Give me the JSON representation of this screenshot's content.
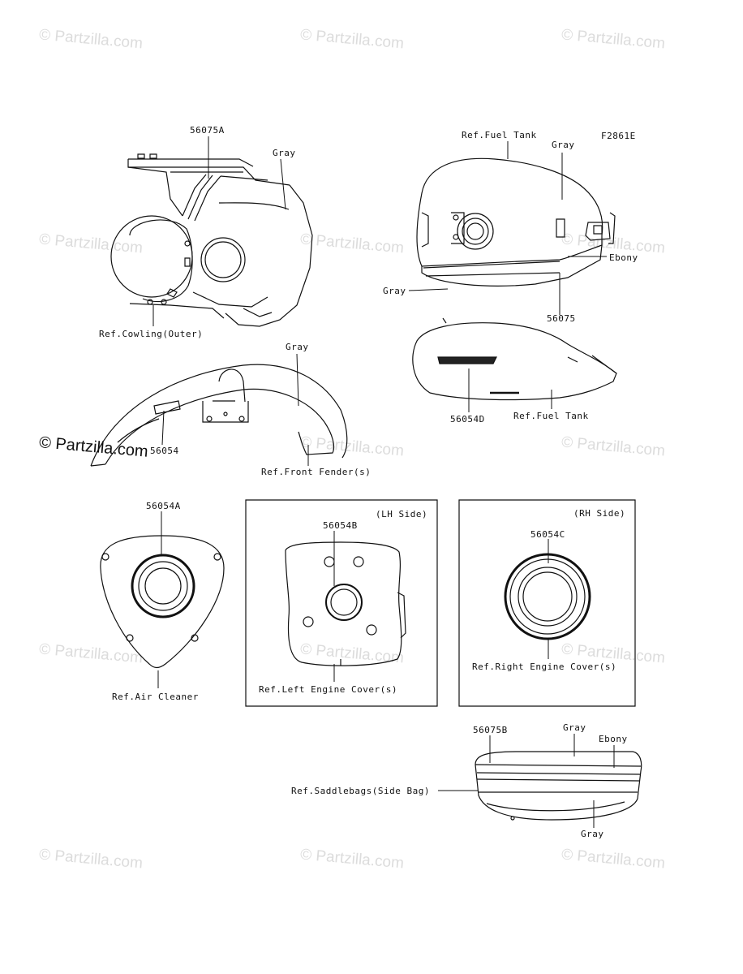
{
  "figure_code": "F2861E",
  "watermark_text": "© Partzilla.com",
  "labels": {
    "cowling_part": "56075A",
    "cowling_gray": "Gray",
    "cowling_ref": "Ref.Cowling(Outer)",
    "tank_ref_top": "Ref.Fuel Tank",
    "tank_gray_top": "Gray",
    "tank_ebony": "Ebony",
    "tank_gray_left": "Gray",
    "tank_part": "56075",
    "fender_gray": "Gray",
    "fender_part": "56054",
    "fender_ref": "Ref.Front Fender(s)",
    "tank2_part": "56054D",
    "tank2_ref": "Ref.Fuel Tank",
    "air_part": "56054A",
    "air_ref": "Ref.Air Cleaner",
    "lh_side": "(LH Side)",
    "lh_part": "56054B",
    "lh_ref": "Ref.Left Engine Cover(s)",
    "rh_side": "(RH Side)",
    "rh_part": "56054C",
    "rh_ref": "Ref.Right Engine Cover(s)",
    "bag_part": "56075B",
    "bag_gray_top": "Gray",
    "bag_ebony": "Ebony",
    "bag_ref": "Ref.Saddlebags(Side Bag)",
    "bag_gray_bottom": "Gray"
  }
}
